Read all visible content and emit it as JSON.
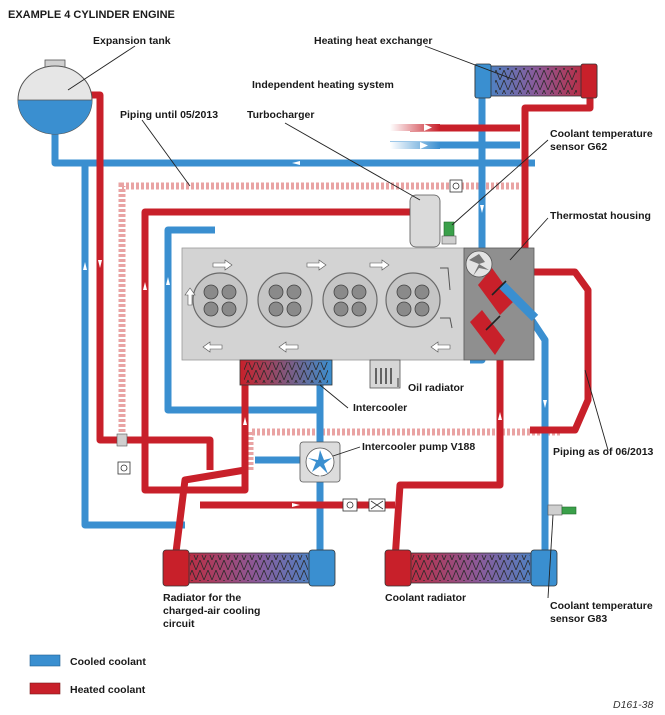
{
  "title": "EXAMPLE 4 CYLINDER ENGINE",
  "figure_id": "D161-38",
  "labels": {
    "expansion_tank": "Expansion tank",
    "heating_heat_exchanger": "Heating heat exchanger",
    "independent_heating": "Independent heating system",
    "piping_until": "Piping until 05/2013",
    "turbocharger": "Turbocharger",
    "sensor_g62_line1": "Coolant temperature",
    "sensor_g62_line2": "sensor G62",
    "thermostat_housing": "Thermostat housing",
    "oil_radiator": "Oil radiator",
    "intercooler": "Intercooler",
    "intercooler_pump": "Intercooler pump V188",
    "piping_as_of": "Piping as of 06/2013",
    "radiator_charged_line1": "Radiator for the",
    "radiator_charged_line2": "charged-air cooling",
    "radiator_charged_line3": "circuit",
    "coolant_radiator": "Coolant radiator",
    "sensor_g83_line1": "Coolant temperature",
    "sensor_g83_line2": "sensor G83"
  },
  "legend": [
    {
      "label": "Cooled coolant",
      "color": "#3a8fd0"
    },
    {
      "label": "Heated coolant",
      "color": "#c8202a"
    }
  ],
  "colors": {
    "cooled": "#3a8fd0",
    "heated": "#c8202a",
    "old_piping": "#e9a3a3",
    "engine_block": "#d3d3d3",
    "thermostat": "#8f8f8f"
  }
}
